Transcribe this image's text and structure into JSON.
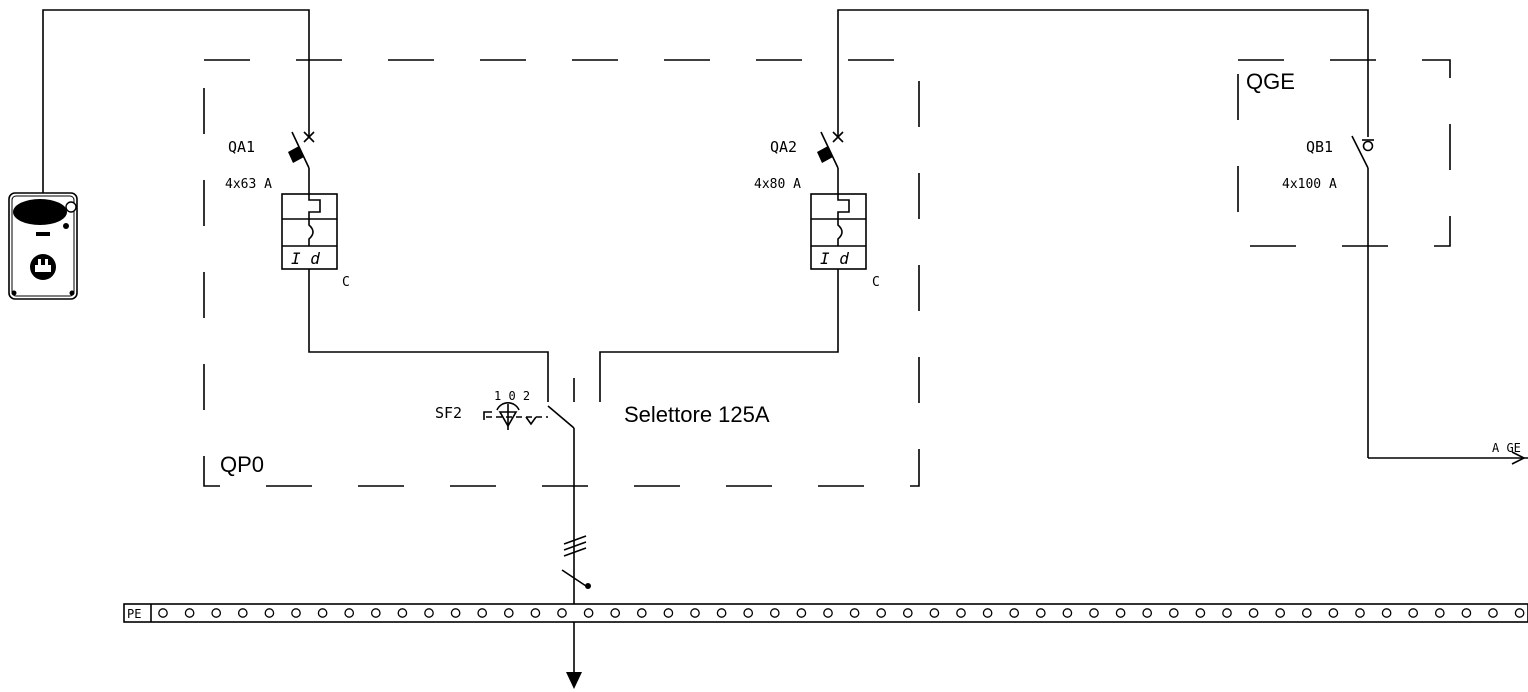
{
  "panels": {
    "qp0": {
      "label": "QP0"
    },
    "qge": {
      "label": "QGE"
    }
  },
  "breakers": {
    "qa1": {
      "tag": "QA1",
      "rating": "4x63 A",
      "rcd_label": "I d",
      "curve": "C"
    },
    "qa2": {
      "tag": "QA2",
      "rating": "4x80 A",
      "rcd_label": "I d",
      "curve": "C"
    },
    "qb1": {
      "tag": "QB1",
      "rating": "4x100 A"
    }
  },
  "selector": {
    "tag": "SF2",
    "positions": "1 0 2",
    "label": "Selettore 125A"
  },
  "output": {
    "label": "A GE"
  },
  "pe_bar": {
    "label": "PE",
    "terminal_count": 52
  },
  "icons": {
    "generator": "generator-socket-icon",
    "ground_arrow": "down-arrow-icon"
  }
}
